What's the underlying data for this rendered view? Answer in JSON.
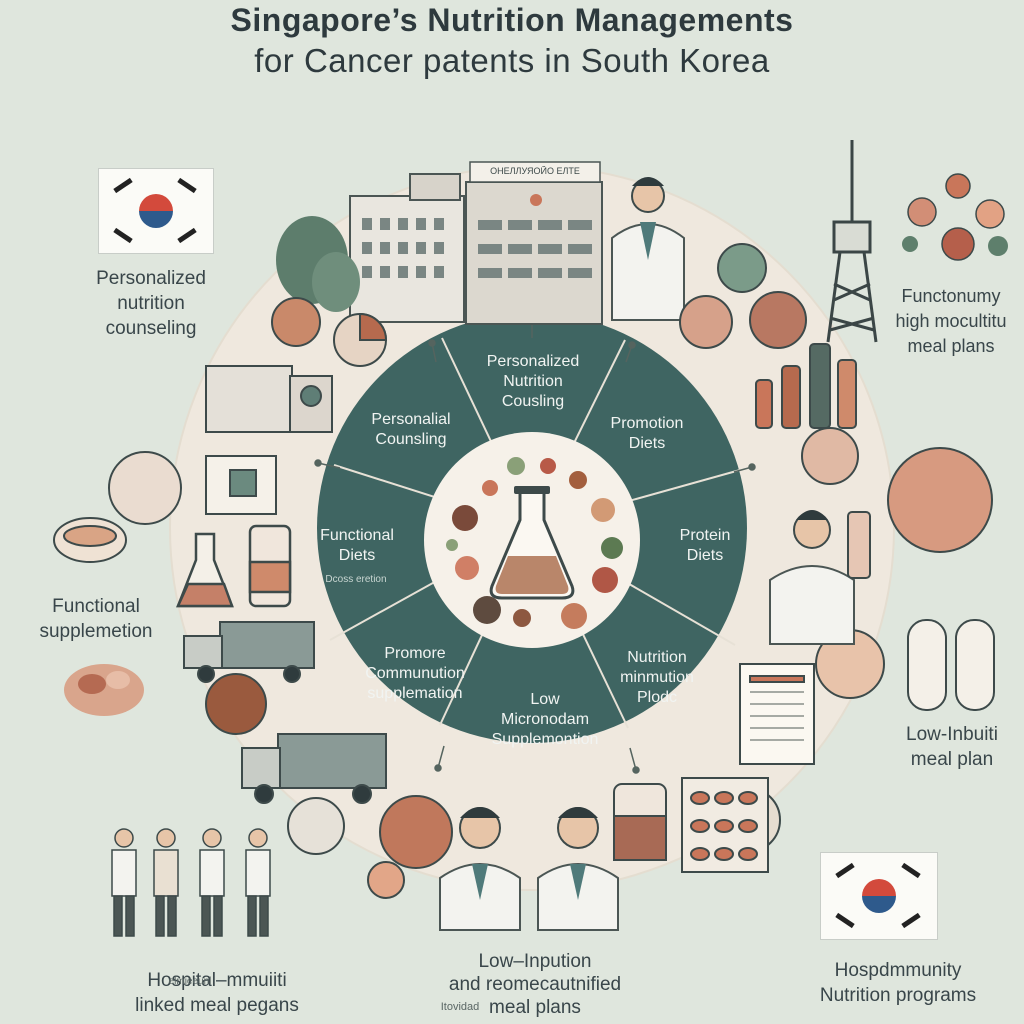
{
  "title": {
    "line1": "Singapore’s Nutrition Managements",
    "line2": "for  Cancer patents in South Korea"
  },
  "building_sign": "ОНЕЛЛУЯОЙО ЕЛТЕ",
  "outer_labels": {
    "top_left": "Personalized\nnutrition\ncounseling",
    "top_right": "Functonumy\nhigh mocultitu\nmeal plans",
    "mid_left": "Functional\nsupplemetion",
    "mid_right": "Low-Inbuiti\nmeal plan",
    "bottom_left": "Hospital–mmuiiti\nlinked meal pegans",
    "bottom_center": "Low–Inpution\nand reomecautnified\nmeal plans",
    "bottom_center_small": "Itovidad",
    "bottom_right": "Hospdmmunity\nNutrition programs",
    "bottom_left_small": "elmieeunl"
  },
  "wheel_segments": {
    "top": "Personalized\nNutrition\nCousling",
    "upper_left": "Personalial\nCounsling",
    "upper_right": "Promotion\nDiets",
    "left": "Functional\nDiets",
    "left_sub": "Dcoss eretion",
    "right": "Protein\nDiets",
    "lower_left": "Promore\nCommunution\nsupplemation",
    "lower_right": "Nutrition\nminmution\nPlodc",
    "bottom": "Low\nMicronodam\nSupplemontion"
  },
  "colors": {
    "background": "#dfe6dd",
    "wheel": "#3f6562",
    "ring": "#f1ebe2",
    "center": "#f6f1e9",
    "accent": "#c9765a",
    "flag_red": "#d34a3c",
    "flag_blue": "#2e5a8c"
  },
  "icons": [
    "korea-flag-icon",
    "hospital-building-icon",
    "doctor-icon",
    "seoul-tower-icon",
    "flask-icon",
    "food-bowl-icon",
    "delivery-truck-icon",
    "vitamin-bottle-icon",
    "meal-plan-menu-icon",
    "healthcare-team-icon"
  ]
}
